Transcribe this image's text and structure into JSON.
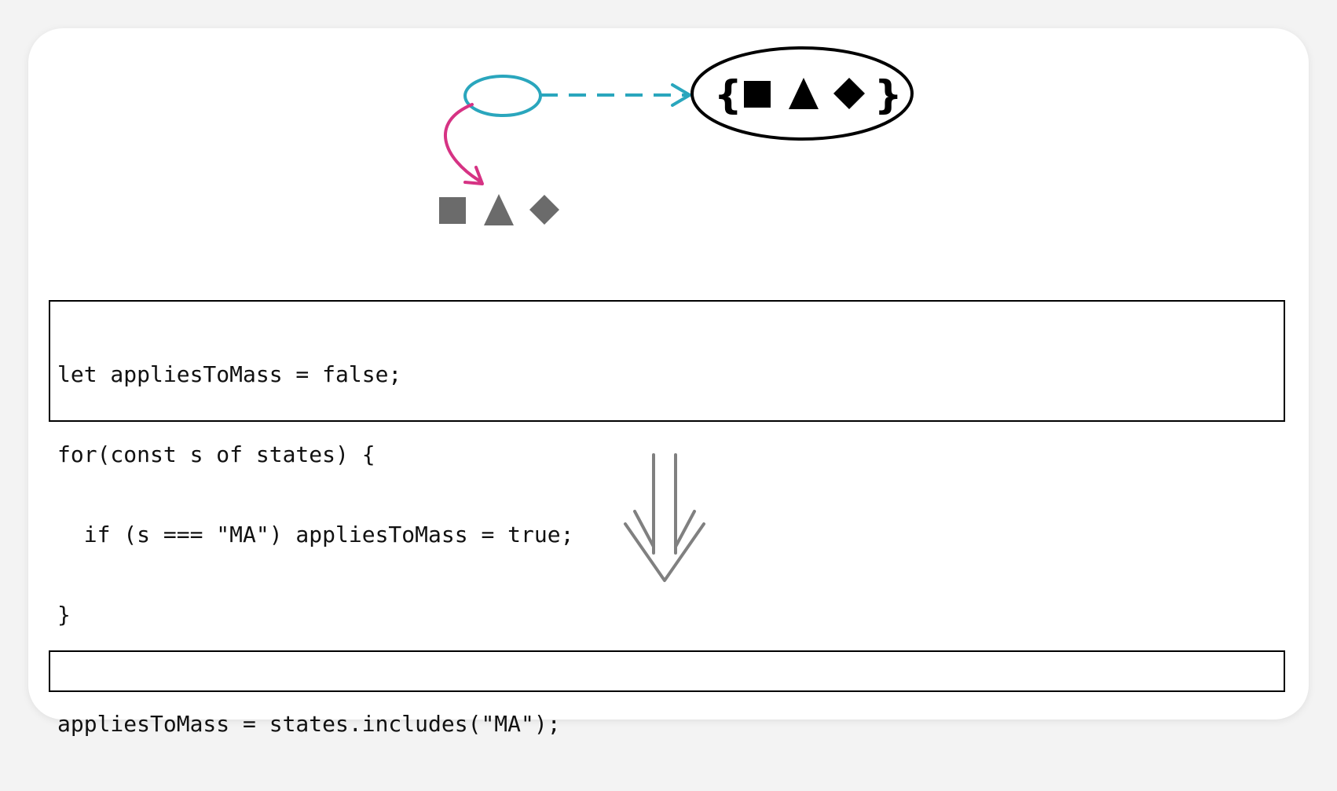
{
  "diagram": {
    "pointer_color": "#2aa6bd",
    "iteration_color": "#d63384",
    "collection_color": "#000000",
    "element_color": "#6b6b6b",
    "collection_brace_open": "{",
    "collection_brace_close": "}",
    "collection_shapes": [
      "square",
      "triangle",
      "diamond"
    ],
    "element_shapes": [
      "square",
      "triangle",
      "diamond"
    ]
  },
  "code_before": {
    "lines": [
      "let appliesToMass = false;",
      "for(const s of states) {",
      "  if (s === \"MA\") appliesToMass = true;",
      "}"
    ]
  },
  "code_after": {
    "lines": [
      "appliesToMass = states.includes(\"MA\");"
    ]
  },
  "transform_arrow": {
    "color": "#808080"
  }
}
